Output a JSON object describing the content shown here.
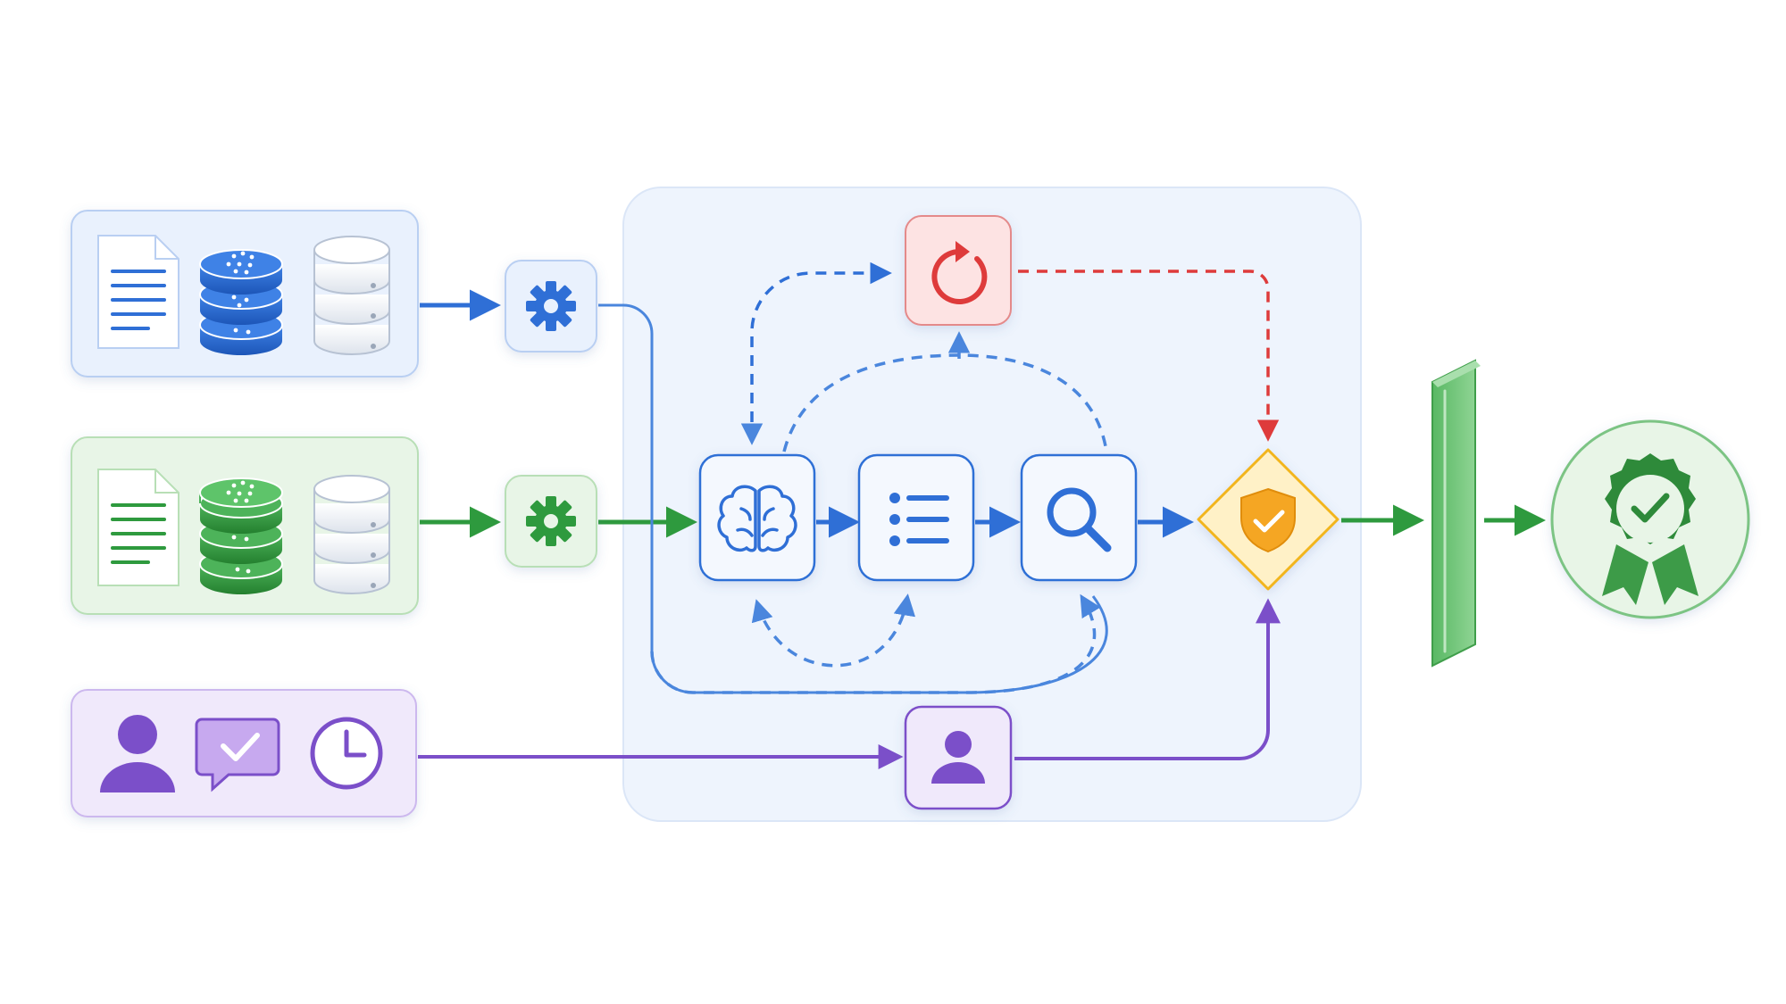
{
  "colors": {
    "blue": "#2f6fd6",
    "blue_fill": "#e9f1fd",
    "blue_border": "#b9cff2",
    "green": "#2e9a3e",
    "green_fill": "#e8f5e7",
    "green_border": "#b8dfb6",
    "purple": "#7b4fc9",
    "purple_fill": "#f0e9fb",
    "purple_border": "#ccb8ee",
    "red": "#de3b3b",
    "red_fill": "#fde3e3",
    "gold": "#f2b51e",
    "gold_fill": "#fff1c7",
    "panel_fill": "#eef4fd",
    "panel_border": "#dbe6f7"
  },
  "sources": [
    {
      "name": "blue-data-source",
      "icons": [
        "document-icon",
        "database-icon",
        "database-icon"
      ],
      "accent": "blue"
    },
    {
      "name": "green-data-source",
      "icons": [
        "document-icon",
        "database-icon",
        "database-icon"
      ],
      "accent": "green"
    },
    {
      "name": "human-input-source",
      "icons": [
        "user-icon",
        "chat-check-icon",
        "clock-icon"
      ],
      "accent": "purple"
    }
  ],
  "nodes": [
    {
      "name": "blue-processing-node",
      "icon": "gear-icon"
    },
    {
      "name": "green-processing-node",
      "icon": "gear-icon"
    },
    {
      "name": "reasoning-node",
      "icon": "brain-icon"
    },
    {
      "name": "planning-node",
      "icon": "list-icon"
    },
    {
      "name": "search-node",
      "icon": "search-icon"
    },
    {
      "name": "retry-node",
      "icon": "refresh-icon"
    },
    {
      "name": "human-review-node",
      "icon": "user-icon"
    },
    {
      "name": "validation-node",
      "icon": "shield-check-icon"
    },
    {
      "name": "output-gate",
      "icon": "gate-bar"
    },
    {
      "name": "approved-output",
      "icon": "award-badge-icon"
    }
  ]
}
